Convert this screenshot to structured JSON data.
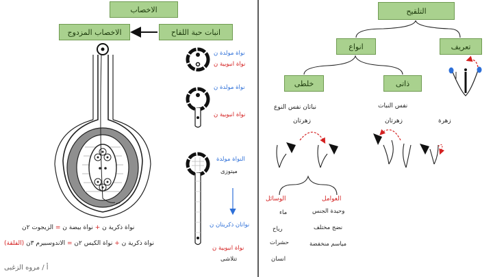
{
  "left": {
    "title": "الاخصاب",
    "pollen_germination": "انبات حبة اللقاح",
    "double_fertilization": "الاخصاب المزدوج",
    "stage1": {
      "gen_nucleus": "نواة مولدة ن",
      "tube_nucleus": "نواة انبوبية ن"
    },
    "stage2": {
      "gen_nucleus": "نواة مولدة ن",
      "tube_nucleus": "نواة انبوبية ن"
    },
    "stage3": {
      "gen_nucleus": "النواة مولدة",
      "mitosis": "ميتوزى"
    },
    "stage4": {
      "male_nuclei": "نواتان ذكريتان ن",
      "tube_nucleus": "نواة انبوبية ن",
      "degenerates": "تتلاشى"
    },
    "eq1": {
      "a": "نواة ذكرية ن",
      "plus": "+",
      "b": "نواة بيضة ن",
      "eq": "=",
      "c": "الزيجوت ٢ن"
    },
    "eq2": {
      "a": "نواة ذكرية ن",
      "plus": "+",
      "b": "نواة الكيس ٢ن",
      "eq": "=",
      "c": "الاندوسبيرم ٣ن",
      "note": "(الفلقة)"
    },
    "author": "أ / مروه الزغبى"
  },
  "right": {
    "title": "التلقيح",
    "types": "انواع",
    "definition": "تعريف",
    "cross": "خلطى",
    "self": "ذاتى",
    "cross_desc1": "نباتان نفس النوع",
    "cross_desc2": "زهرتان",
    "self_desc1": "نفس النبات",
    "self_desc2a": "زهرتان",
    "self_desc2b": "زهرة",
    "factors": "العوامل",
    "means": "الوسائل",
    "factor_list": [
      "وحيدة الجنس",
      "نضج مختلف",
      "مياسم منخفضة"
    ],
    "means_list": [
      "ماء",
      "رياح",
      "حشرات",
      "انسان"
    ]
  },
  "colors": {
    "box": "#a9d18e",
    "red": "#d42020",
    "blue": "#2d6fd8"
  }
}
